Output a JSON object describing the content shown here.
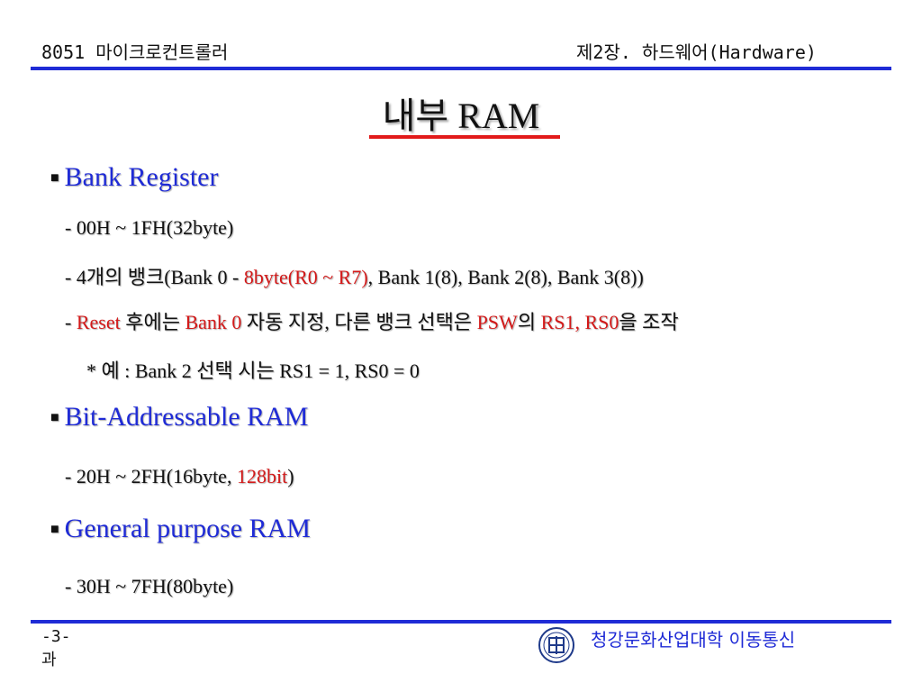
{
  "header": {
    "left": "8051 마이크로컨트롤러",
    "right": "제2장. 하드웨어(Hardware)"
  },
  "title": "내부 RAM",
  "sections": {
    "bank": {
      "heading": "Bank Register",
      "line1": "- 00H ~ 1FH(32byte)",
      "line2_a": "- 4개의 뱅크(Bank 0 - ",
      "line2_red": "8byte(R0 ~ R7)",
      "line2_b": ", Bank 1(8), Bank 2(8), Bank 3(8))",
      "line3_a": "- ",
      "line3_red1": "Reset",
      "line3_b": " 후에는 ",
      "line3_red2": "Bank 0",
      "line3_c": " 자동 지정, 다른 뱅크 선택은 ",
      "line3_red3": "PSW",
      "line3_d": "의 ",
      "line3_red4": "RS1, RS0",
      "line3_e": "을 조작",
      "line4": "* 예 : Bank 2 선택 시는 RS1 = 1, RS0 = 0"
    },
    "bit": {
      "heading": "Bit-Addressable RAM",
      "line1_a": "- 20H ~ 2FH(16byte, ",
      "line1_red": "128bit",
      "line1_b": ")"
    },
    "general": {
      "heading": "General purpose RAM",
      "line1": "- 30H ~ 7FH(80byte)"
    }
  },
  "footer": {
    "page_line1": "-3-",
    "page_line2": "과",
    "school": "청강문화산업대학 이동통신",
    "logo_icon": "school-emblem-icon"
  },
  "colors": {
    "rule": "#1f2bd6",
    "accent_red": "#d31919",
    "heading_blue": "#1f2bd6"
  }
}
